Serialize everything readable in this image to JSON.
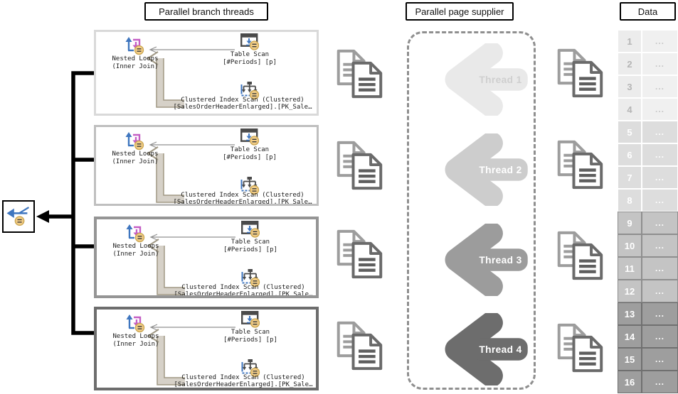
{
  "titles": {
    "branch_threads": "Parallel branch threads",
    "page_supplier": "Parallel page supplier",
    "data": "Data"
  },
  "plan": {
    "nested_loops_1": "Nested Loops",
    "nested_loops_2": "(Inner Join)",
    "table_scan_1": "Table Scan",
    "table_scan_2": "[#Periods] [p]",
    "index_scan_1": "Clustered Index Scan (Clustered)",
    "index_scan_2": "[SalesOrderHeaderEnlarged].[PK_Sale…"
  },
  "plan_boxes": [
    {
      "border_color": "#d9d9d9"
    },
    {
      "border_color": "#bfbfbf"
    },
    {
      "border_color": "#959595"
    },
    {
      "border_color": "#6d6d6d"
    }
  ],
  "threads": [
    {
      "label": "Thread 1",
      "color": "#e9e9e9",
      "text_color": "#cfcfcf"
    },
    {
      "label": "Thread 2",
      "color": "#cdcdcd",
      "text_color": "#ffffff"
    },
    {
      "label": "Thread 3",
      "color": "#9c9c9c",
      "text_color": "#ffffff"
    },
    {
      "label": "Thread 4",
      "color": "#6d6d6d",
      "text_color": "#ffffff"
    }
  ],
  "data_table": {
    "groups": [
      {
        "fill": "#ececec",
        "border": "#ffffff",
        "text": "#b5b5b5",
        "rows": [
          {
            "n": "1",
            "value": "..."
          },
          {
            "n": "2",
            "value": "..."
          },
          {
            "n": "3",
            "value": "..."
          },
          {
            "n": "4",
            "value": "..."
          }
        ]
      },
      {
        "fill": "#dddddd",
        "border": "#ffffff",
        "text": "#ffffff",
        "rows": [
          {
            "n": "5",
            "value": "..."
          },
          {
            "n": "6",
            "value": "..."
          },
          {
            "n": "7",
            "value": "..."
          },
          {
            "n": "8",
            "value": "..."
          }
        ]
      },
      {
        "fill": "#c4c4c4",
        "border": "#8e8e8e",
        "text": "#ffffff",
        "rows": [
          {
            "n": "9",
            "value": "..."
          },
          {
            "n": "10",
            "value": "..."
          },
          {
            "n": "11",
            "value": "..."
          },
          {
            "n": "12",
            "value": "..."
          }
        ]
      },
      {
        "fill": "#9e9e9e",
        "border": "#707070",
        "text": "#ffffff",
        "rows": [
          {
            "n": "13",
            "value": "..."
          },
          {
            "n": "14",
            "value": "..."
          },
          {
            "n": "15",
            "value": "..."
          },
          {
            "n": "16",
            "value": "..."
          }
        ]
      }
    ]
  },
  "icons": {
    "gather_streams": "gather-streams-parallelism-icon",
    "nested_loops": "nested-loops-icon",
    "table_scan": "table-scan-icon",
    "clustered_index_scan": "clustered-index-scan-icon",
    "documents": "document-pages-icon",
    "parallelism_marker": "parallelism-marker-icon"
  },
  "palette": {
    "connector": "#000000",
    "arrow_bar": "#d6d1c8",
    "arrow_bar_edge": "#a09884",
    "dashed_border": "#8f8f8f",
    "doc_icon_front": "#6a6a6a",
    "doc_icon_back": "#9d9d9d",
    "icon_blue": "#3f76bf",
    "icon_magenta": "#c45ec4",
    "marker_fill": "#f2cd87",
    "marker_stroke": "#c9a44e",
    "box0": "#d9d9d9",
    "box1": "#bfbfbf",
    "box2": "#959595",
    "box3": "#6d6d6d"
  }
}
